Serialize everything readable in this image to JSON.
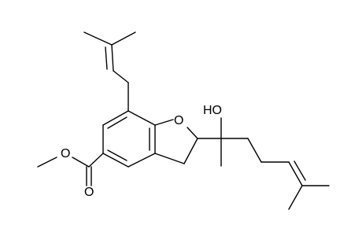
{
  "molecule": {
    "atom_labels": {
      "ring_oxygen": "O",
      "hydroxyl": "HO",
      "ester_carbonyl_oxygen": "O",
      "ester_ether_oxygen": "O"
    },
    "colors": {
      "bond": "#000000",
      "label": "#000000",
      "background": "#ffffff"
    }
  }
}
